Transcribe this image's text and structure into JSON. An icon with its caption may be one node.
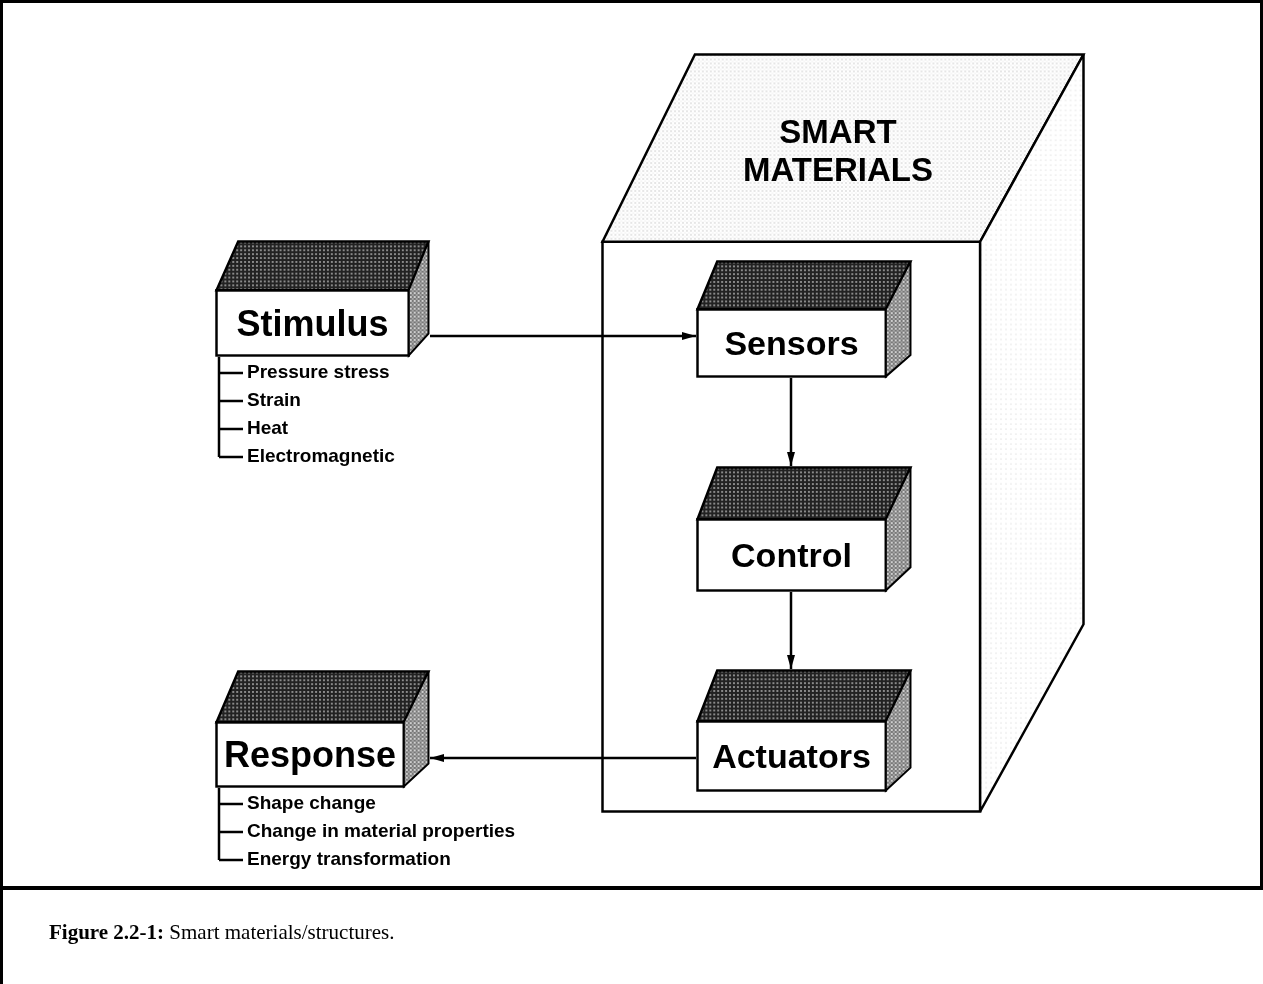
{
  "diagram": {
    "caption": "**Figure 2.2-1:** Smart materials/structures.",
    "nodes": [
      {
        "text": [
          "SMART MATERIALS"
        ]
      },
      {
        "text": [
          "Stimulus"
        ],
        "beside": [
          "Pressure stress",
          "Strain",
          "Heat",
          "Electromagnetic"
        ]
      },
      {
        "text": [
          "Sensors"
        ],
        "in": 0
      },
      {
        "text": [
          "Control"
        ],
        "in": 0
      },
      {
        "text": [
          "Actuators"
        ],
        "in": 0
      },
      {
        "text": [
          "Response"
        ],
        "beside": [
          "Shape change",
          "Change in material properties",
          "Energy transformation"
        ]
      }
    ],
    "edges": [
      {
        "from": 1,
        "to": 2,
        "arrow": "to"
      },
      {
        "from": 2,
        "to": 3,
        "arrow": "to"
      },
      {
        "from": 3,
        "to": 4,
        "arrow": "to"
      },
      {
        "from": 4,
        "to": 5,
        "arrow": "to"
      }
    ]
  }
}
